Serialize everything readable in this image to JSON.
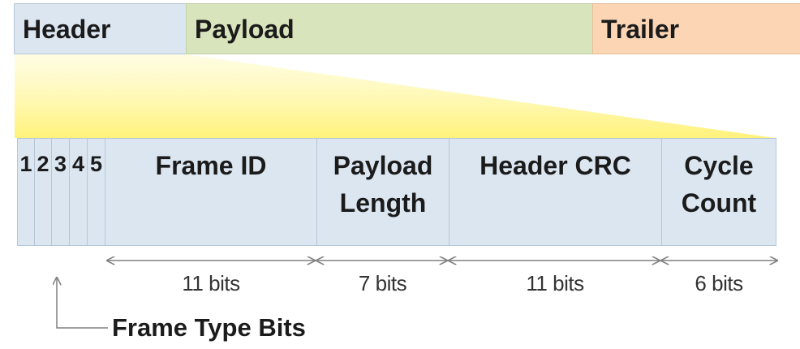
{
  "frame": {
    "header_label": "Header",
    "payload_label": "Payload",
    "trailer_label": "Trailer"
  },
  "header_fields": {
    "frame_type_bits": [
      "1",
      "2",
      "3",
      "4",
      "5"
    ],
    "frame_id": {
      "label": "Frame ID",
      "size": "11 bits"
    },
    "payload_length": {
      "label_line1": "Payload",
      "label_line2": "Length",
      "size": "7 bits"
    },
    "header_crc": {
      "label": "Header CRC",
      "size": "11 bits"
    },
    "cycle_count": {
      "label_line1": "Cycle",
      "label_line2": "Count",
      "size": "6 bits"
    }
  },
  "annotation": {
    "frame_type_label": "Frame Type Bits"
  },
  "colors": {
    "header": "#dce6f1",
    "payload": "#d8e4bc",
    "trailer": "#fcd5b4",
    "field": "#dce6f1",
    "expand_highlight": "#fff799",
    "border": "#b6c6d8",
    "arrow": "#808080"
  }
}
